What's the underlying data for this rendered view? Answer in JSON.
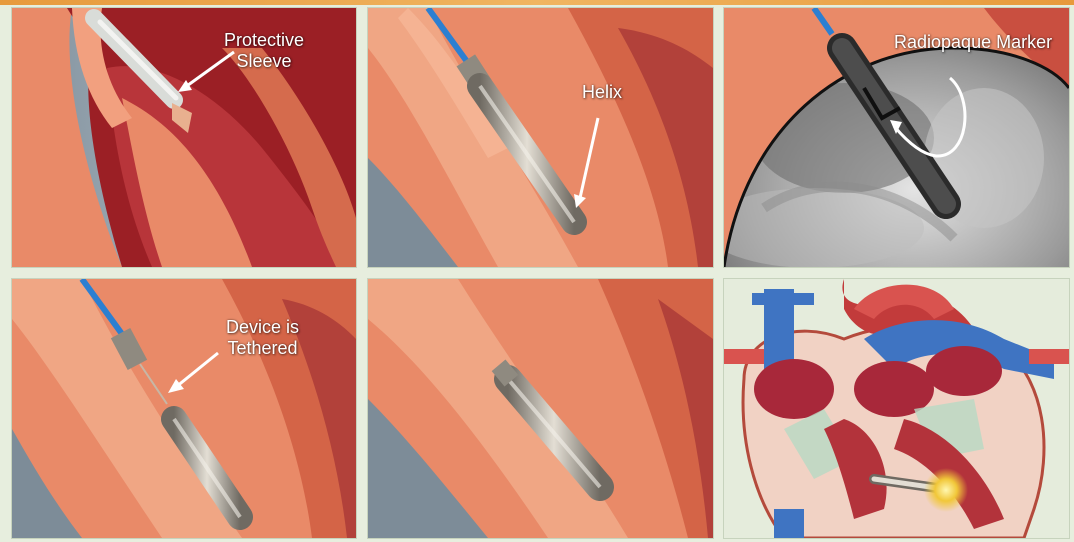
{
  "panels": {
    "protective_sleeve": {
      "label_line1": "Protective",
      "label_line2": "Sleeve"
    },
    "helix": {
      "label": "Helix"
    },
    "radiopaque_marker": {
      "label": "Radiopaque Marker"
    },
    "tethered": {
      "label_line1": "Device is",
      "label_line2": "Tethered"
    }
  },
  "colors": {
    "top_strip": "#e79a3c",
    "background": "#e7eede",
    "tissue": "#e98a68",
    "tissue_dark": "#8e1a1f",
    "catheter_blue": "#2c7fd1",
    "device_silver": "#b9b3a8"
  }
}
